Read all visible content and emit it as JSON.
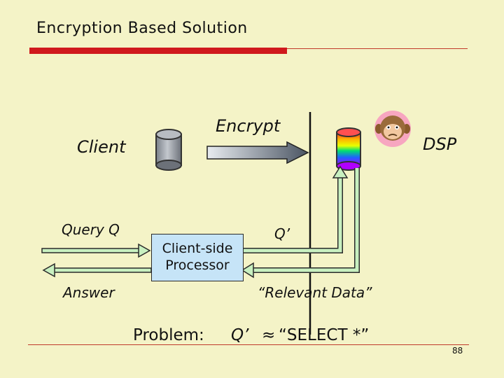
{
  "slide": {
    "title": "Encryption Based Solution",
    "page_number": "88"
  },
  "diagram": {
    "client_label": "Client",
    "encrypt_label": "Encrypt",
    "dsp_label": "DSP",
    "query_label": "Query Q",
    "answer_label": "Answer",
    "processor_label": "Client-side Processor",
    "q_prime_label": "Q’",
    "relevant_data_label": "“Relevant Data”"
  },
  "problem": {
    "label": "Problem:",
    "q_prime": "Q’",
    "approx_symbol": "≈",
    "select_text": "“SELECT *”"
  },
  "colors": {
    "background": "#f4f3c7",
    "accent_red": "#d0191d",
    "arrow_green": "#c8f0c0",
    "processor_fill": "#c6e4f7"
  }
}
